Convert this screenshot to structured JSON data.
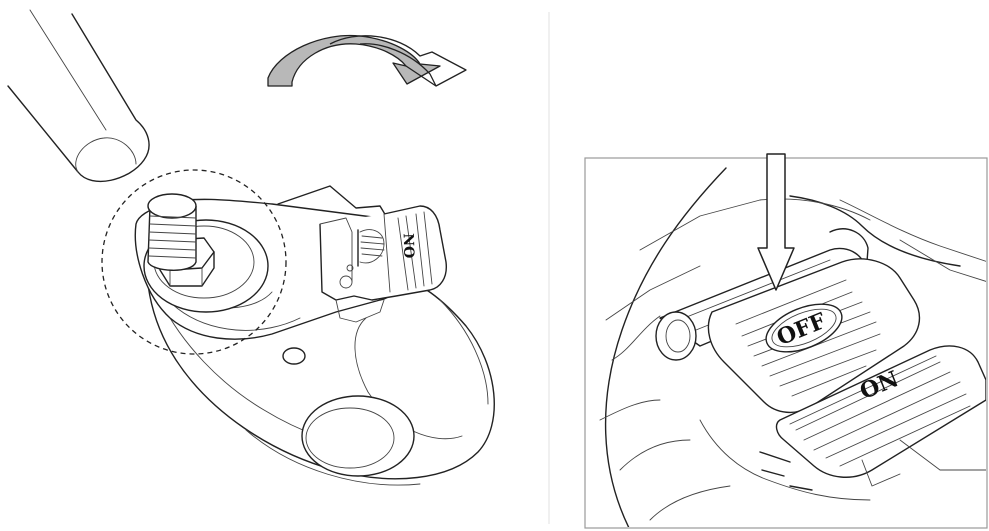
{
  "left_panel": {
    "brake_tab_label": "NO"
  },
  "right_panel": {
    "off_pedal_label": "OFF",
    "on_pedal_label": "ON"
  },
  "colors": {
    "line": "#222222",
    "rotation_arrow_fill": "#b8b8b8",
    "background": "#ffffff",
    "divider": "#e6e6e6",
    "inset_border": "#9a9a9a"
  },
  "icons": [
    "rotate-clockwise-arrow-icon",
    "press-down-arrow-icon"
  ]
}
